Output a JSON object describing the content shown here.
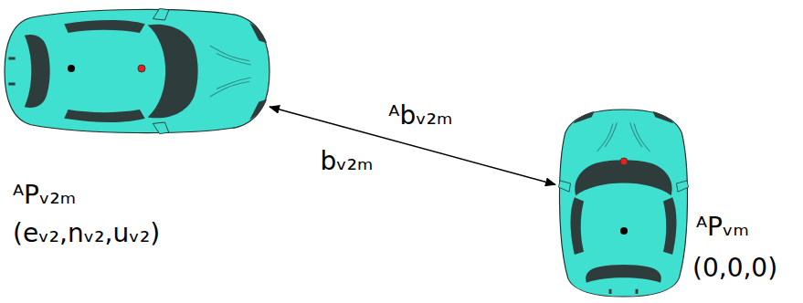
{
  "diagram": {
    "nodes": [
      {
        "text": [
          "ᴬPᵥ₂ₘ",
          "(eᵥ₂,nᵥ₂,uᵥ₂)"
        ]
      },
      {
        "text": [
          "ᴬPᵥₘ",
          "(0,0,0)"
        ]
      }
    ],
    "edges": [
      {
        "from": 0,
        "to": 1,
        "arrow": "both",
        "label": "ᴬbᵥ₂ₘ"
      }
    ],
    "labels": [
      "bᵥ₂ₘ"
    ]
  }
}
